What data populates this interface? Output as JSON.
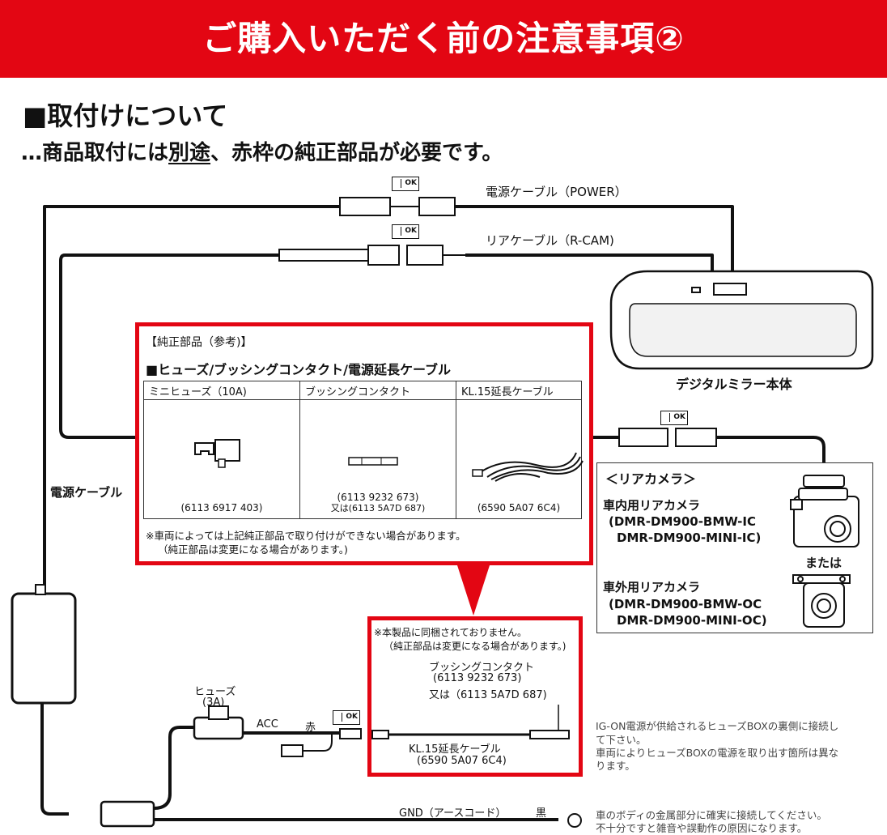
{
  "banner": {
    "title": "ご購入いただく前の注意事項②",
    "color": "#e30613"
  },
  "section": {
    "heading": "■取付けについて",
    "sub_prefix": "…商品取付には",
    "sub_underlined": "別途",
    "sub_suffix": "、赤枠の純正部品が必要です。"
  },
  "cables": {
    "power": "電源ケーブル（POWER）",
    "rear": "リアケーブル（R-CAM)",
    "power_left": "電源ケーブル",
    "ok_mark": "OK"
  },
  "mirror": {
    "label": "デジタルミラー本体"
  },
  "genuine_parts": {
    "header": "【純正部品（参考)】",
    "subtitle": "■ヒューズ/ブッシングコンタクト/電源延長ケーブル",
    "columns": [
      "ミニヒューズ（10A)",
      "ブッシングコンタクト",
      "KL.15延長ケーブル"
    ],
    "part_numbers": [
      "(6113 6917 403)",
      "(6113 9232 673)",
      "(6590 5A07 6C4)"
    ],
    "alt_number": "又は(6113 5A7D 687)",
    "note1": "※車両によっては上記純正部品で取り付けができない場合があります。",
    "note2": "（純正部品は変更になる場合があります。)"
  },
  "rear_camera": {
    "title": "＜リアカメラ＞",
    "inner_label": "車内用リアカメラ",
    "inner_models": [
      "(DMR-DM900-BMW-IC",
      "DMR-DM900-MINI-IC)"
    ],
    "or": "または",
    "outer_label": "車外用リアカメラ",
    "outer_models": [
      "(DMR-DM900-BMW-OC",
      "DMR-DM900-MINI-OC)"
    ]
  },
  "not_included": {
    "note1": "※本製品に同梱されておりません。",
    "note2": "（純正部品は変更になる場合があります。)",
    "bushing_name": "ブッシングコンタクト",
    "bushing_number": "(6113 9232 673)",
    "bushing_alt": "又は（6113 5A7D 687)",
    "cable_name": "KL.15延長ケーブル",
    "cable_number": "(6590 5A07 6C4)"
  },
  "wiring": {
    "fuse": "ヒューズ",
    "fuse_amp": "(3A)",
    "acc": "ACC",
    "red": "赤",
    "gnd": "GND（アースコード）",
    "black": "黒"
  },
  "notes": {
    "ig_on_1": "IG-ON電源が供給されるヒューズBOXの裏側に接続し",
    "ig_on_2": "て下さい。",
    "ig_on_3": "車両によりヒューズBOXの電源を取り出す箇所は異な",
    "ig_on_4": "ります。",
    "body_1": "車のボディの金属部分に確実に接続してください。",
    "body_2": "不十分ですと雑音や誤動作の原因になります。"
  }
}
